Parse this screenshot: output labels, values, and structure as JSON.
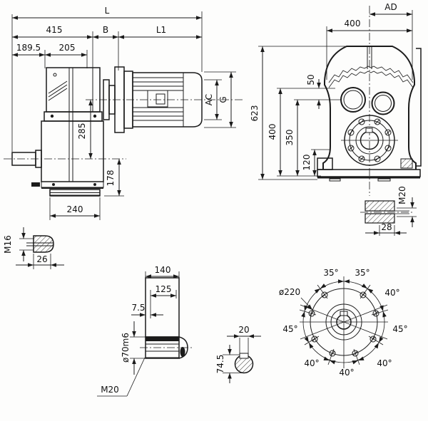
{
  "side_view": {
    "l": "L",
    "len415": "415",
    "b": "B",
    "l1": "L1",
    "len189_5": "189.5",
    "len205": "205",
    "h285": "285",
    "h178": "178",
    "w240": "240",
    "ac": "AC",
    "g": "G"
  },
  "front_view": {
    "ad": "AD",
    "w400_top": "400",
    "h50": "50",
    "h623": "623",
    "h400": "400",
    "h350": "350",
    "h120": "120"
  },
  "shaft_end_detail": {
    "m16": "M16",
    "w26": "26"
  },
  "output_shaft_detail": {
    "w140": "140",
    "w125": "125",
    "w7_5": "7.5",
    "dia70": "ø70m6",
    "m20": "M20"
  },
  "key_section_detail": {
    "w20": "20",
    "h74_5": "74.5"
  },
  "bolt_circle_detail": {
    "dia220": "ø220",
    "a35_l": "35°",
    "a35_r": "35°",
    "a40_ne": "40°",
    "a45_e": "45°",
    "a40_se": "40°",
    "a40_s": "40°",
    "a40_sw": "40°",
    "a45_w": "45°"
  },
  "hub_section_detail": {
    "m20": "M20",
    "w28": "28"
  }
}
